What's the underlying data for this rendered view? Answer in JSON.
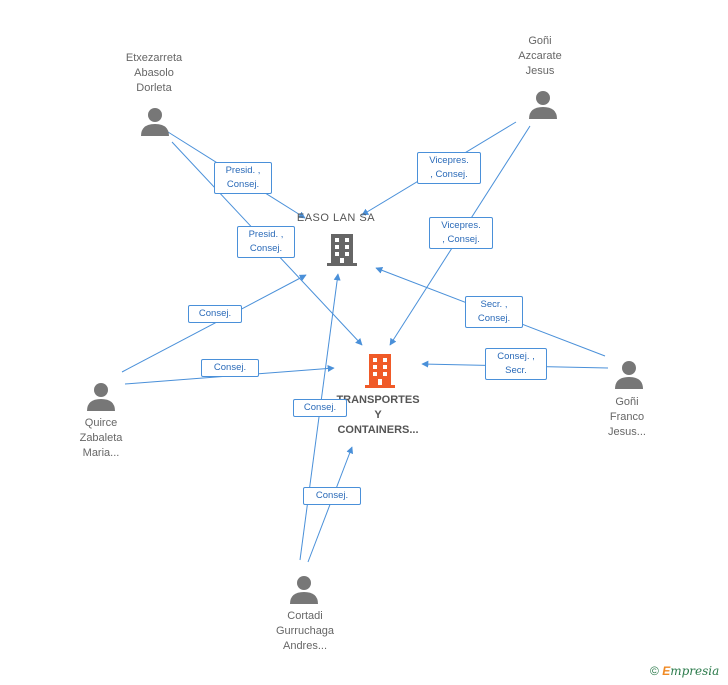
{
  "colors": {
    "edge": "#4a90d9",
    "person": "#777777",
    "company_main": "#f05a28",
    "company_secondary": "#666666"
  },
  "companies": {
    "main": {
      "label": "TRANSPORTES\nY\nCONTAINERS..."
    },
    "secondary": {
      "label": "EASO LAN SA"
    }
  },
  "persons": [
    {
      "id": "etxezarreta",
      "label": "Etxezarreta\nAbasolo\nDorleta"
    },
    {
      "id": "goni-azcarate",
      "label": "Goñi\nAzcarate\nJesus"
    },
    {
      "id": "quirce",
      "label": "Quirce\nZabaleta\nMaria..."
    },
    {
      "id": "goni-franco",
      "label": "Goñi\nFranco\nJesus..."
    },
    {
      "id": "cortadi",
      "label": "Cortadi\nGurruchaga\nAndres..."
    }
  ],
  "edge_labels": [
    "Presid. ,\nConsej.",
    "Presid. ,\nConsej.",
    "Vicepres.\n, Consej.",
    "Vicepres.\n, Consej.",
    "Consej.",
    "Consej.",
    "Secr. ,\nConsej.",
    "Consej. ,\nSecr.",
    "Consej.",
    "Consej."
  ],
  "footer": {
    "copyright": "©",
    "brand": "mpresia",
    "brand_initial": "E"
  }
}
